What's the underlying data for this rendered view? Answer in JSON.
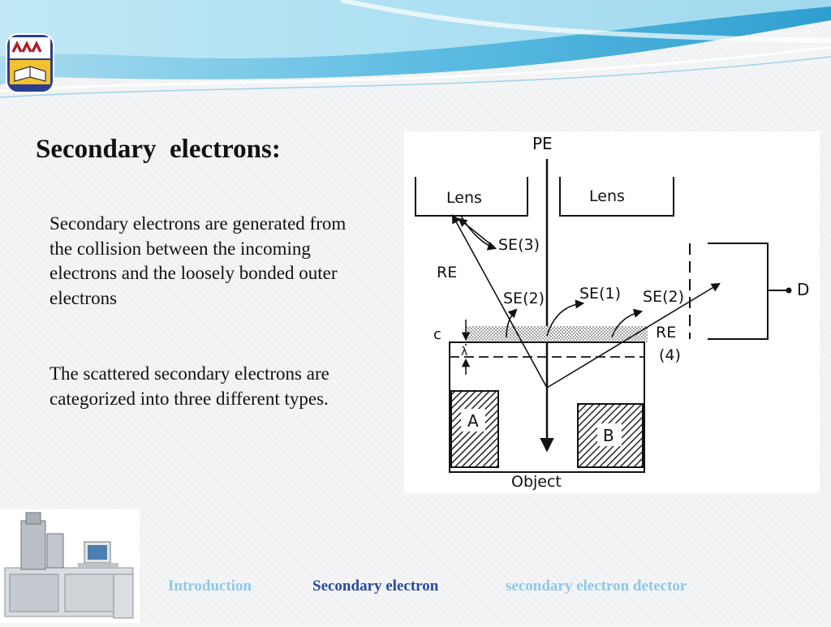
{
  "slide": {
    "title": "Secondary  electrons:",
    "paragraphs": [
      "Secondary electrons are generated from the collision between the incoming electrons and the loosely bonded outer electrons",
      "The scattered secondary electrons are categorized into three different types."
    ]
  },
  "diagram": {
    "labels": {
      "pe": "PE",
      "lens_left": "Lens",
      "lens_right": "Lens",
      "se3": "SE(3)",
      "re": "RE",
      "se2_left": "SE(2)",
      "se1": "SE(1)",
      "se2_right": "SE(2)",
      "detector": "D",
      "c": "c",
      "lambda": "λ",
      "re4_line1": "RE",
      "re4_line2": "(4)",
      "block_a": "A",
      "block_b": "B",
      "object": "Object"
    }
  },
  "nav": {
    "intro": "Introduction",
    "secondary": "Secondary electron",
    "detector": "secondary electron detector"
  },
  "colors": {
    "nav_active": "#2a4aa0",
    "nav_inactive": "#8ec8e8",
    "wave": "#4fb3dd"
  }
}
